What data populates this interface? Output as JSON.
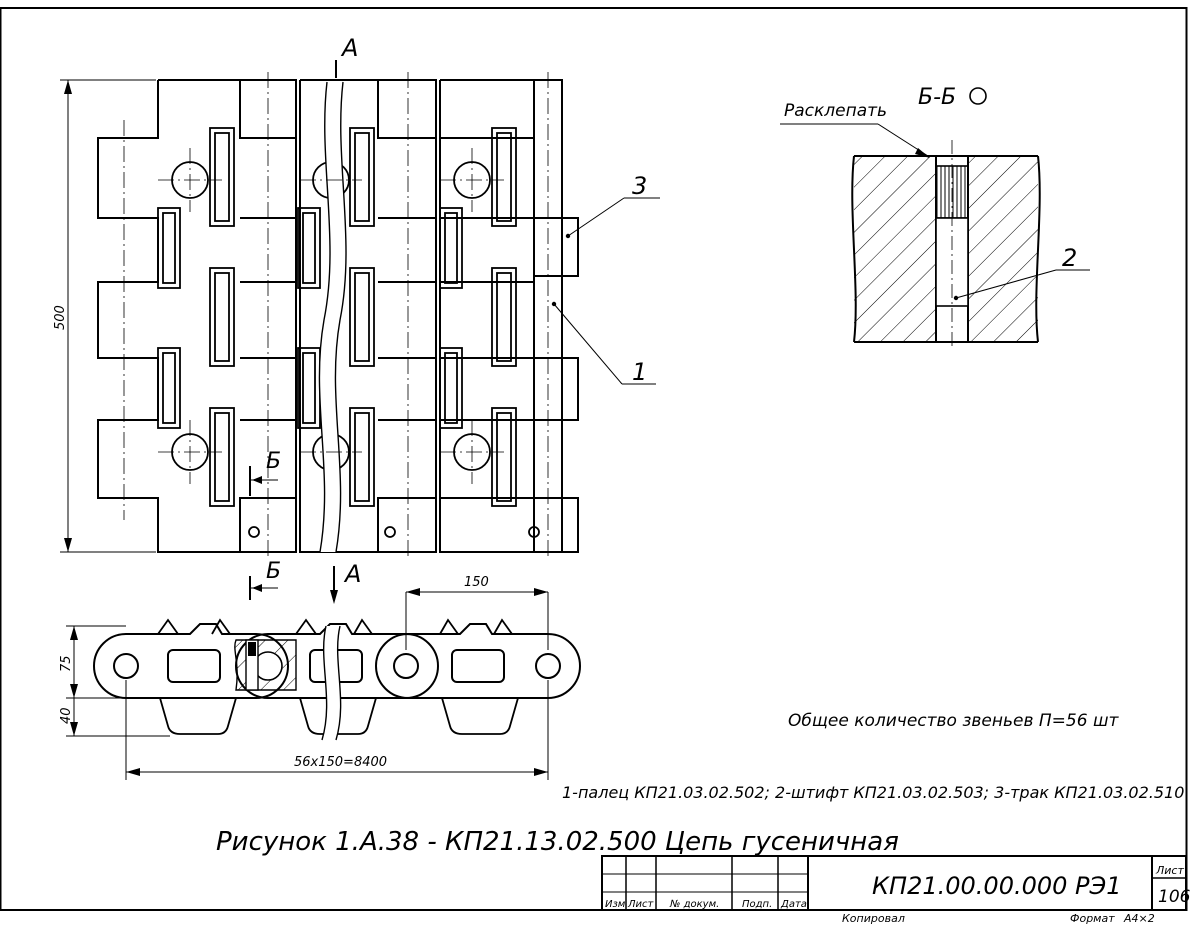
{
  "labels": {
    "section_a_top": "A",
    "section_a_bottom": "A",
    "section_b_upper": "Б",
    "section_b_lower": "Б",
    "section_bb": "Б-Б",
    "rivet_note": "Расклепать",
    "callout_1": "1",
    "callout_2": "2",
    "callout_3": "3"
  },
  "dimensions": {
    "height": "500",
    "pitch": "150",
    "thickness_top": "75",
    "thickness_bottom": "40",
    "total_length": "56x150=8400"
  },
  "notes": {
    "total_links": "Общее количество звеньев П=56 шт",
    "parts_list": "1-палец КП21.03.02.502; 2-штифт КП21.03.02.503; 3-трак КП21.03.02.510",
    "figure_caption": "Рисунок 1.А.38 - КП21.13.02.500 Цепь гусеничная"
  },
  "title_block": {
    "document_code": "КП21.00.00.000 РЭ1",
    "sheet_label": "Лист",
    "sheet_number": "106",
    "copied_label": "Копировал",
    "format_label": "Формат",
    "format_value": "А4×2",
    "columns": [
      "Изм",
      "Лист",
      "№ докум.",
      "Подп.",
      "Дата"
    ]
  }
}
